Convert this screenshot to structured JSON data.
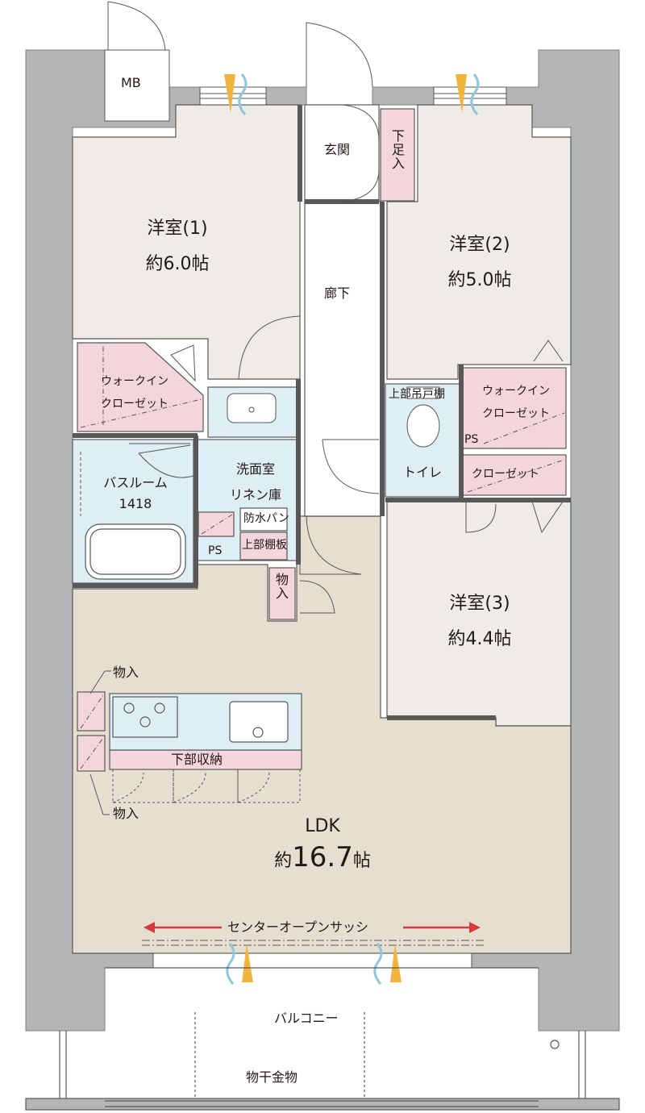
{
  "rooms": {
    "western1": {
      "name": "洋室(1)",
      "size": "約6.0帖"
    },
    "western2": {
      "name": "洋室(2)",
      "size": "約5.0帖"
    },
    "western3": {
      "name": "洋室(3)",
      "size": "約4.4帖"
    },
    "ldk": {
      "name": "LDK",
      "size_prefix": "約",
      "size_number": "16.7",
      "size_suffix": "帖"
    },
    "bathroom": {
      "name": "バスルーム",
      "size": "1418"
    },
    "washroom": {
      "name": "洗面室",
      "sub": "リネン庫"
    },
    "entrance": "玄関",
    "hallway": "廊下",
    "toilet": "トイレ",
    "balcony": "バルコニー"
  },
  "storage": {
    "mb": "MB",
    "shoe_box": "下足入",
    "walk_in_closet": "ウォークイン\nクローゼット",
    "walk_in_closet_line1": "ウォークイン",
    "walk_in_closet_line2": "クローゼット",
    "closet": "クローゼット",
    "upper_shelf_toilet": "上部吊戸棚",
    "waterproof_pan": "防水パン",
    "upper_shelf": "上部棚板",
    "ps": "PS",
    "monoire": "物入",
    "kitchen_lower_storage": "下部収納",
    "drying_hardware": "物干金物"
  },
  "annotations": {
    "center_open_sash": "センターオープンサッシ"
  },
  "colors": {
    "wall": "#b4b5b6",
    "ldk_floor": "#e6dfd0",
    "room_floor": "#efebe7",
    "wet_area": "#ddeef5",
    "storage": "#f2d6d9",
    "arrow": "#d8393f",
    "ventilation_orange": "#f0b43c",
    "ventilation_blue": "#8ec6dc",
    "line": "#595757"
  }
}
